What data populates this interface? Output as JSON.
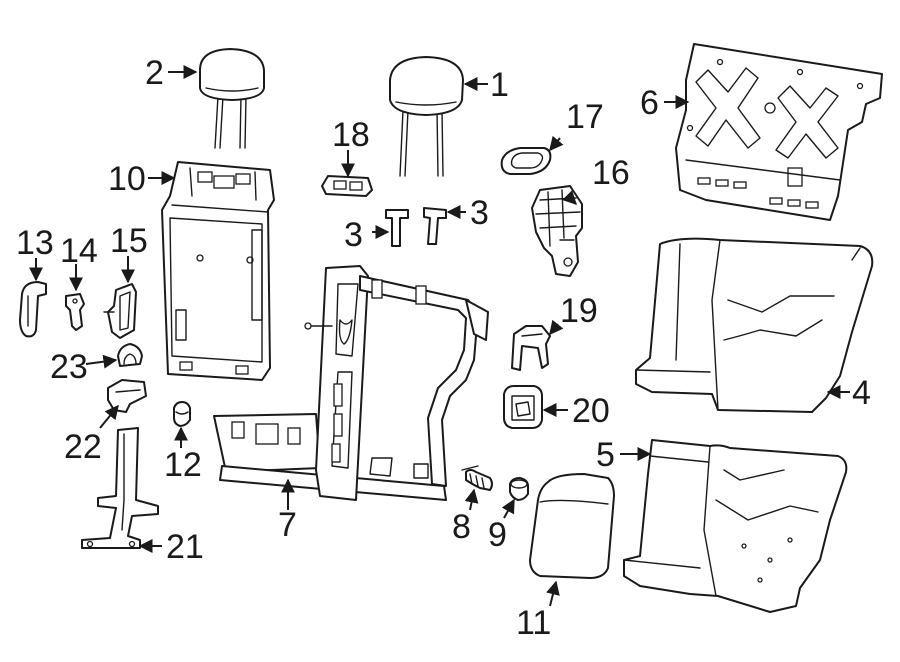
{
  "diagram": {
    "callouts": [
      {
        "id": "c1",
        "text": "1"
      },
      {
        "id": "c2",
        "text": "2"
      },
      {
        "id": "c3a",
        "text": "3"
      },
      {
        "id": "c3b",
        "text": "3"
      },
      {
        "id": "c4",
        "text": "4"
      },
      {
        "id": "c5",
        "text": "5"
      },
      {
        "id": "c6",
        "text": "6"
      },
      {
        "id": "c7",
        "text": "7"
      },
      {
        "id": "c8",
        "text": "8"
      },
      {
        "id": "c9",
        "text": "9"
      },
      {
        "id": "c10",
        "text": "10"
      },
      {
        "id": "c11",
        "text": "11"
      },
      {
        "id": "c12",
        "text": "12"
      },
      {
        "id": "c13",
        "text": "13"
      },
      {
        "id": "c14",
        "text": "14"
      },
      {
        "id": "c15",
        "text": "15"
      },
      {
        "id": "c16",
        "text": "16"
      },
      {
        "id": "c17",
        "text": "17"
      },
      {
        "id": "c18",
        "text": "18"
      },
      {
        "id": "c19",
        "text": "19"
      },
      {
        "id": "c20",
        "text": "20"
      },
      {
        "id": "c21",
        "text": "21"
      },
      {
        "id": "c22",
        "text": "22"
      },
      {
        "id": "c23",
        "text": "23"
      }
    ]
  }
}
